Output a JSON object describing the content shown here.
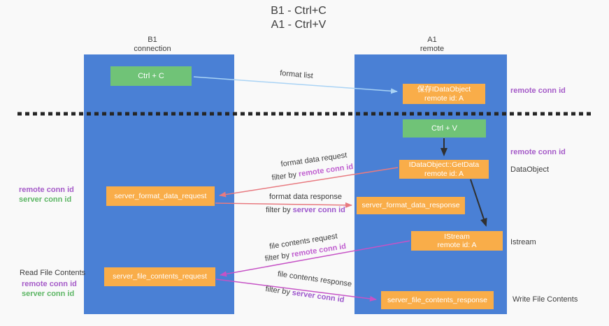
{
  "title": {
    "line1": "B1 - Ctrl+C",
    "line2": "A1 - Ctrl+V"
  },
  "lanes": {
    "b1": {
      "name": "B1",
      "role": "connection"
    },
    "a1": {
      "name": "A1",
      "role": "remote"
    }
  },
  "nodes": {
    "ctrl_c": {
      "label": "Ctrl + C"
    },
    "save_idataobject": {
      "line1": "保存IDataObject",
      "line2": "remote id: A"
    },
    "ctrl_v": {
      "label": "Ctrl + V"
    },
    "idataobject_getdata": {
      "line1": "IDataObject::GetData",
      "line2": "remote id: A"
    },
    "server_format_data_request": {
      "label": "server_format_data_request"
    },
    "server_format_data_response": {
      "label": "server_format_data_response"
    },
    "istream": {
      "line1": "IStream",
      "line2": "remote id: A"
    },
    "server_file_contents_request": {
      "label": "server_file_contents_request"
    },
    "server_file_contents_response": {
      "label": "server_file_contents_response"
    }
  },
  "edge_labels": {
    "format_list": "format list",
    "format_data_request": "format data request",
    "format_data_response": "format data response",
    "file_contents_request": "file contents request",
    "file_contents_response": "file contents response",
    "filter_by": "filter by ",
    "remote_conn_id": "remote conn id",
    "server_conn_id": "server conn id"
  },
  "side_labels": {
    "remote_conn_id_top": "remote conn id",
    "remote_conn_id_mid": "remote conn id",
    "dataobject": "DataObject",
    "istream": "Istream",
    "write_file_contents": "Write File Contents",
    "read_file_contents": "Read File Contents",
    "left_remote_conn_id_1": "remote conn id",
    "left_server_conn_id_1": "server conn id",
    "left_remote_conn_id_2": "remote conn id",
    "left_server_conn_id_2": "server conn id"
  },
  "colors": {
    "lane_blue": "#4a80d5",
    "node_green": "#70c377",
    "node_orange": "#f9ad49",
    "arrow_blue": "#a9d3f5",
    "arrow_salmon": "#e87a80",
    "arrow_magenta": "#c653c6",
    "arrow_black": "#303030",
    "divider_black": "#262626",
    "label_purple": "#a55bc8",
    "label_green": "#5db665",
    "filter_magenta": "#c05fd0",
    "filter_purple": "#9d57cc",
    "text_dark": "#3d3d3d",
    "background": "#f9f9f9"
  }
}
